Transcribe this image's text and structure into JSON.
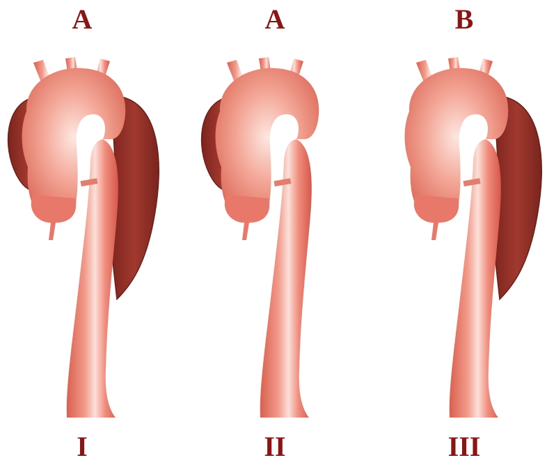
{
  "labels": {
    "top": [
      "A",
      "A",
      "B"
    ],
    "bottom": [
      "I",
      "II",
      "III"
    ]
  },
  "colors": {
    "label": "#8b1414",
    "aorta_light": "#f6c7bd",
    "aorta_mid": "#ef8f7f",
    "aorta_dark": "#d9604f",
    "false_lumen": "#8e2e25",
    "false_lumen_edge": "#6b1f19"
  },
  "panels": [
    {
      "id": "I",
      "dissection": "ascending-and-descending"
    },
    {
      "id": "II",
      "dissection": "ascending-only"
    },
    {
      "id": "III",
      "dissection": "descending-only"
    }
  ]
}
